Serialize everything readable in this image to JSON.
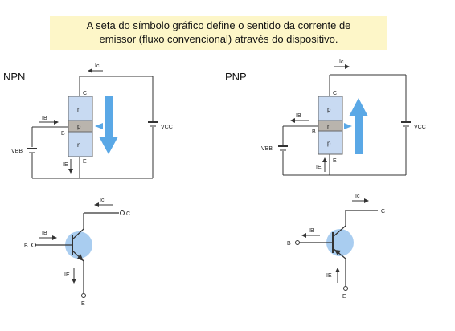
{
  "caption": {
    "line1": "A seta do símbolo gráfico define o sentido da corrente de",
    "line2": "emissor (fluxo convencional) através do dispositivo."
  },
  "npn": {
    "title": "NPN",
    "layer_top": "n",
    "layer_mid": "p",
    "layer_bot": "n",
    "term_c": "C",
    "term_b": "B",
    "term_e": "E",
    "i_c": "Ic",
    "i_b": "IB",
    "i_e": "IE",
    "v_cc": "VCC",
    "v_bb": "VBB",
    "sym_b": "B",
    "sym_c": "C",
    "sym_e": "E",
    "sym_ic": "Ic",
    "sym_ib": "IB",
    "sym_ie": "IE"
  },
  "pnp": {
    "title": "PNP",
    "layer_top": "p",
    "layer_mid": "n",
    "layer_bot": "p",
    "term_c": "C",
    "term_b": "B",
    "term_e": "E",
    "i_c": "Ic",
    "i_b": "IB",
    "i_e": "IE",
    "v_cc": "VCC",
    "v_bb": "VBB",
    "sym_b": "B",
    "sym_c": "C",
    "sym_e": "E",
    "sym_ic": "Ic",
    "sym_ib": "IB",
    "sym_ie": "IE"
  },
  "colors": {
    "layer": "#c8daf2",
    "base_layer": "#b9b4ad",
    "arrow": "#5aa8e6",
    "body_circle": "#a9cdf0",
    "wire": "#333333"
  }
}
